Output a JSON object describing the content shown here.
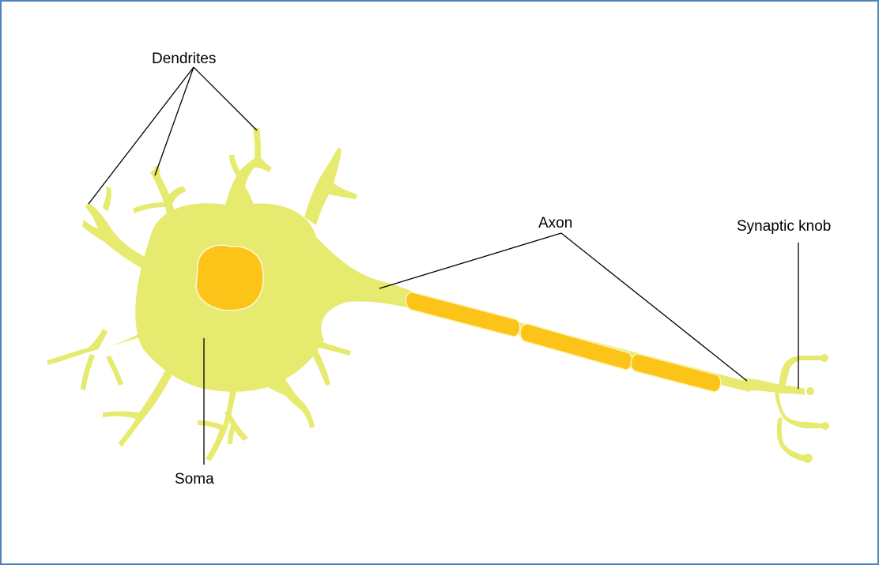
{
  "colors": {
    "border": "#4f81bd",
    "cell_body": "#e6ea6e",
    "nucleus": "#fcc419",
    "nucleus_outline": "#fff8dc",
    "myelin": "#fcc419",
    "myelin_outline": "#fff2b0",
    "line": "#000000"
  },
  "labels": {
    "dendrites": "Dendrites",
    "axon": "Axon",
    "synaptic_knob": "Synaptic knob",
    "soma": "Soma"
  }
}
